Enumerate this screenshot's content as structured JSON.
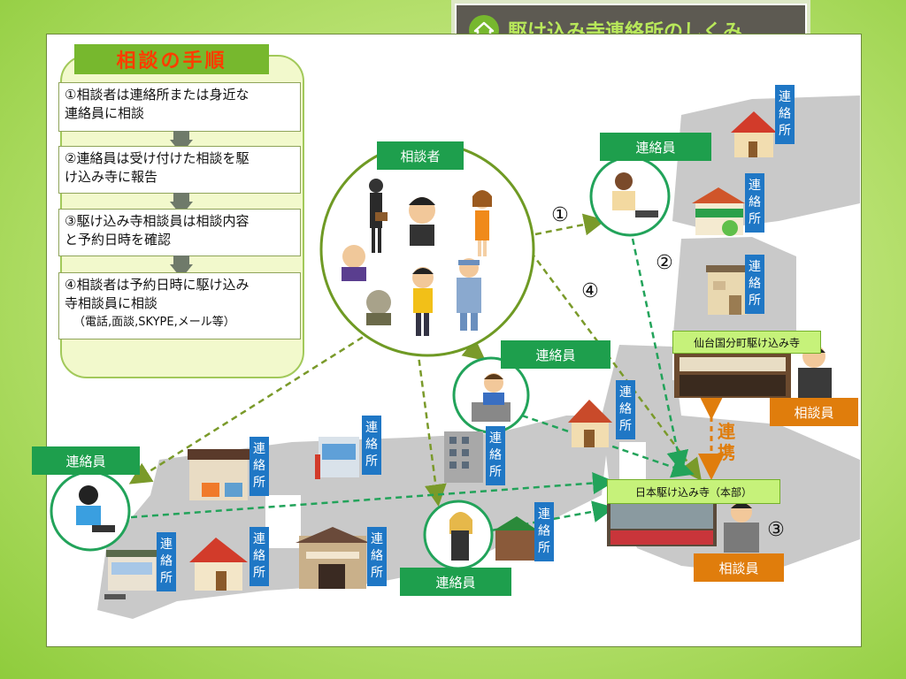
{
  "title": "駆け込み寺連絡所のしくみ",
  "colors": {
    "green": "#1e9f4d",
    "blue": "#1f77c5",
    "orange": "#e07d0c",
    "lime": "#77b82e"
  },
  "steps": {
    "header": "相談の手順",
    "items": [
      {
        "line1": "①相談者は連絡所または身近な",
        "line2": "連絡員に相談",
        "line3": ""
      },
      {
        "line1": "②連絡員は受け付けた相談を駆",
        "line2": "け込み寺に報告",
        "line3": ""
      },
      {
        "line1": "③駆け込み寺相談員は相談内容",
        "line2": "と予約日時を確認",
        "line3": ""
      },
      {
        "line1": "④相談者は予約日時に駆け込み",
        "line2": "寺相談員に相談",
        "line3": "（電話,面談,SKYPE,メール等）"
      }
    ]
  },
  "labels": {
    "consultee": "相談者",
    "liaison": "連絡員",
    "office": "連絡所",
    "counselor": "相談員",
    "renkei": "連携",
    "sendai": "仙台国分町駆け込み寺",
    "hq": "日本駆け込み寺（本部）"
  },
  "numbers": {
    "n1": "①",
    "n2": "②",
    "n3": "③",
    "n4": "④"
  },
  "icons": [
    "house-icon",
    "building-icon",
    "person-icon",
    "phone-icon",
    "shop-icon"
  ]
}
